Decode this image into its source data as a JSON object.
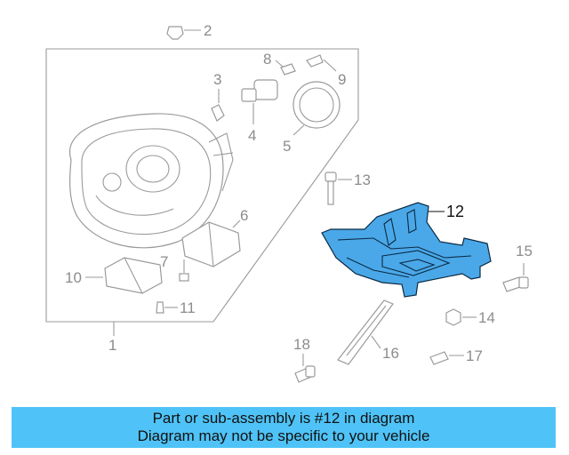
{
  "colors": {
    "highlight": "#4aa8e8",
    "banner": "#4fc3f7",
    "outline": "#9a9a9a"
  },
  "callouts": [
    "1",
    "2",
    "3",
    "4",
    "5",
    "6",
    "7",
    "8",
    "9",
    "10",
    "11",
    "12",
    "13",
    "14",
    "15",
    "16",
    "17",
    "18"
  ],
  "highlighted_part": "12",
  "banner": {
    "line1": "Part or sub-assembly is #12 in diagram",
    "line2": "Diagram may not be specific to your vehicle"
  }
}
